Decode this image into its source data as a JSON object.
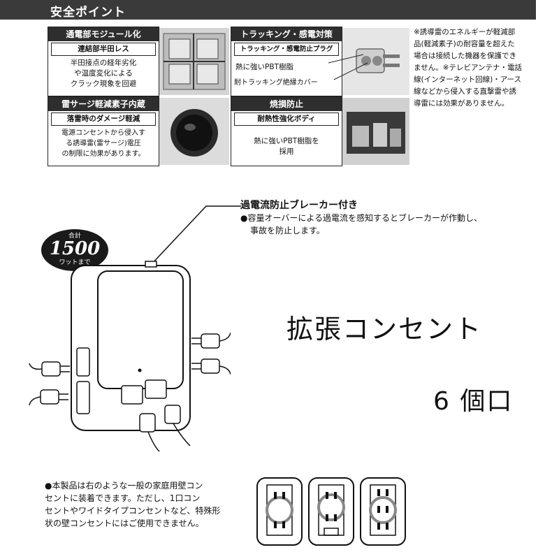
{
  "header": {
    "title": "安全ポイント"
  },
  "panels": {
    "module": {
      "title": "通電部モジュール化",
      "subtitle": "連結部半田レス",
      "lines": [
        "半田接点の経年劣化",
        "や温度変化による",
        "クラック現象を回避"
      ]
    },
    "tracking": {
      "title": "トラッキング・感電対策",
      "subtitle": "トラッキング・感電防止プラグ",
      "label1": "熱に強いPBT樹脂",
      "label2": "耐トラッキング絶縁カバー"
    },
    "surge": {
      "title": "雷サージ軽減素子内蔵",
      "subtitle": "落雷時のダメージ軽減",
      "lines": [
        "電源コンセントから侵入す",
        "る誘導雷(雷サージ)電圧",
        "の制限に効果があります。"
      ]
    },
    "fire": {
      "title": "焼損防止",
      "subtitle": "耐熱性強化ボディ",
      "lines": [
        "熱に強いPBT樹脂を",
        "採用"
      ]
    }
  },
  "side_note": {
    "lines": [
      "※誘導雷のエネルギーが軽減部",
      "品(軽減素子)の耐容量を超えた",
      "場合は接続した機器を保護でき",
      "ません。※テレビアンテナ・電話",
      "線(インターネット回線)・アース",
      "線などから侵入する直撃雷や誘",
      "導雷には効果がありません。"
    ]
  },
  "breaker": {
    "title": "過電流防止ブレーカー付き",
    "lines": [
      "●容量オーバーによる過電流を感知するとブレーカーが作動し、",
      "事故を防止します。"
    ]
  },
  "badge": {
    "top": "合計",
    "number": "1500",
    "bottom": "ワットまで"
  },
  "product": {
    "name": "拡張コンセント",
    "ports": "6 個口"
  },
  "bottom_note": {
    "lines": [
      "●本製品は右のような一般の家庭用壁コン",
      "セントに装着できます。ただし、1口コン",
      "セントやワイドタイプコンセントなど、特殊形",
      "状の壁コンセントにはご使用できません。"
    ]
  }
}
